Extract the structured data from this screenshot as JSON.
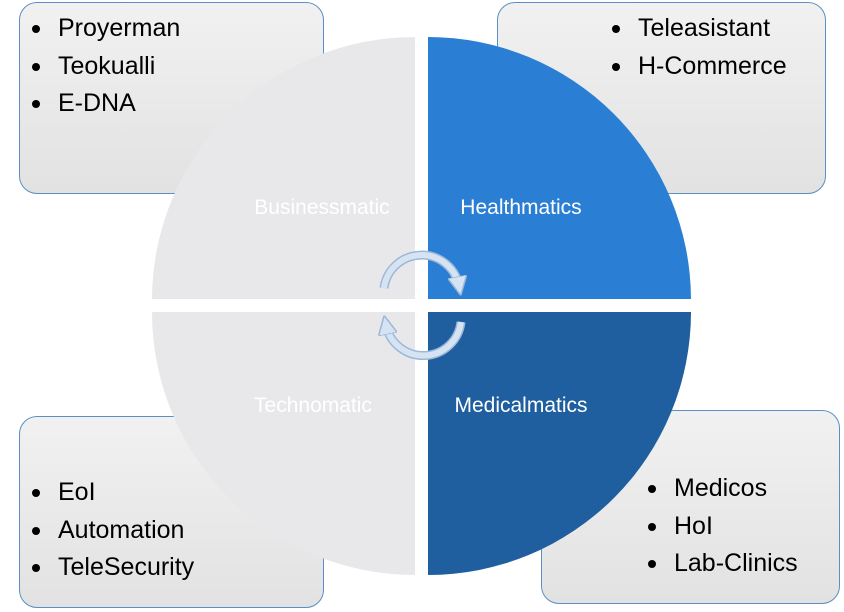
{
  "quadrants": {
    "top_left": {
      "title": "Businessmatic",
      "items": [
        "Proyerman",
        "Teokualli",
        "E-DNA"
      ]
    },
    "top_right": {
      "title": "Healthmatics",
      "items": [
        "Teleasistant",
        "H-Commerce"
      ]
    },
    "bottom_left": {
      "title": "Technomatic",
      "items": [
        "EoI",
        "Automation",
        "TeleSecurity"
      ]
    },
    "bottom_right": {
      "title": "Medicalmatics",
      "items": [
        "Medicos",
        "HoI",
        "Lab-Clinics"
      ]
    }
  },
  "colors": {
    "top_right_fill": "#2a7fd4",
    "bottom_right_fill": "#1f5fa0",
    "left_fill": "#e8e7ea",
    "box_border": "#5b8fc4",
    "arrow_color": "#d6e3f2"
  }
}
